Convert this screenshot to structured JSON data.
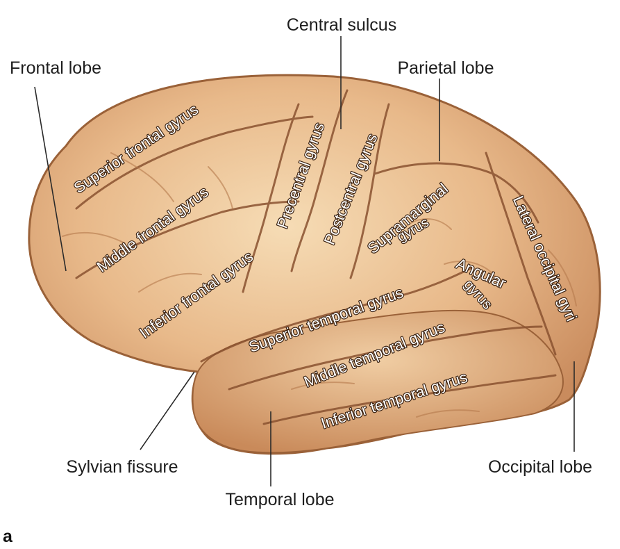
{
  "panel_letter": "a",
  "outer_labels": {
    "central_sulcus": "Central sulcus",
    "frontal_lobe": "Frontal lobe",
    "parietal_lobe": "Parietal lobe",
    "sylvian_fissure": "Sylvian fissure",
    "temporal_lobe": "Temporal lobe",
    "occipital_lobe": "Occipital lobe"
  },
  "gyri": {
    "superior_frontal": "Superior frontal gyrus",
    "middle_frontal": "Middle frontal gyrus",
    "inferior_frontal": "Inferior frontal gyrus",
    "precentral": "Precentral gyrus",
    "postcentral": "Postcentral gyrus",
    "supramarginal_1": "Supramarginal",
    "supramarginal_2": "gyrus",
    "angular_1": "Angular",
    "angular_2": "gyrus",
    "lateral_occipital": "Lateral occipital gyri",
    "superior_temporal": "Superior temporal gyrus",
    "middle_temporal": "Middle temporal gyrus",
    "inferior_temporal": "Inferior temporal gyrus"
  },
  "colors": {
    "brain_base": "#e7b787",
    "brain_highlight": "#f6dcb5",
    "sulcus": "#8a5230"
  }
}
